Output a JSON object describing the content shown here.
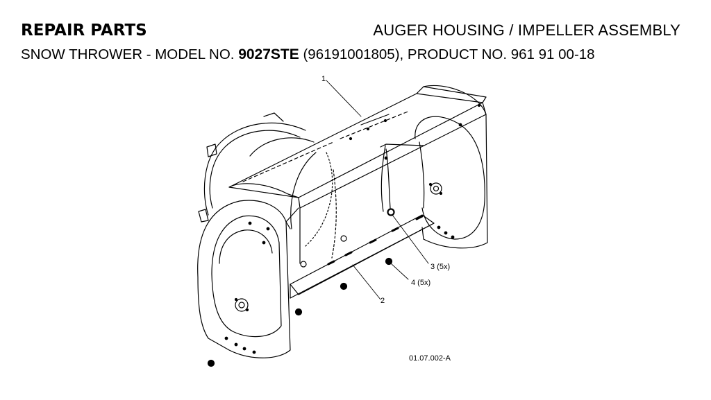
{
  "header": {
    "left_title": "REPAIR PARTS",
    "right_title": "AUGER HOUSING / IMPELLER ASSEMBLY",
    "subtitle_prefix": "SNOW THROWER - MODEL NO. ",
    "model": "9027STE",
    "subtitle_suffix": " (96191001805), PRODUCT NO. 961 91 00-18"
  },
  "callouts": {
    "c1": "1",
    "c2": "2",
    "c3": "3 (5x)",
    "c4": "4 (5x)"
  },
  "drawing_code": "01.07.002-A"
}
